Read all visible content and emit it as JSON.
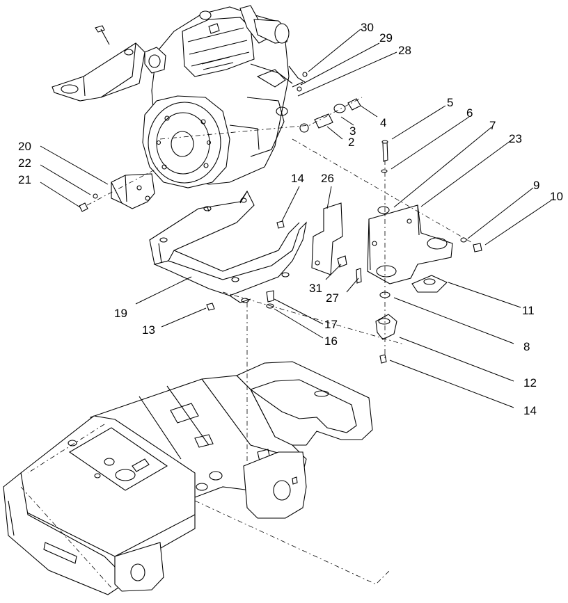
{
  "callouts": [
    {
      "id": "c30",
      "text": "30"
    },
    {
      "id": "c29",
      "text": "29"
    },
    {
      "id": "c28",
      "text": "28"
    },
    {
      "id": "c5",
      "text": "5"
    },
    {
      "id": "c6",
      "text": "6"
    },
    {
      "id": "c7",
      "text": "7"
    },
    {
      "id": "c23",
      "text": "23"
    },
    {
      "id": "c4",
      "text": "4"
    },
    {
      "id": "c3",
      "text": "3"
    },
    {
      "id": "c2",
      "text": "2"
    },
    {
      "id": "c20",
      "text": "20"
    },
    {
      "id": "c22",
      "text": "22"
    },
    {
      "id": "c21",
      "text": "21"
    },
    {
      "id": "c14a",
      "text": "14"
    },
    {
      "id": "c26",
      "text": "26"
    },
    {
      "id": "c9",
      "text": "9"
    },
    {
      "id": "c10",
      "text": "10"
    },
    {
      "id": "c31",
      "text": "31"
    },
    {
      "id": "c27",
      "text": "27"
    },
    {
      "id": "c11",
      "text": "11"
    },
    {
      "id": "c19",
      "text": "19"
    },
    {
      "id": "c13",
      "text": "13"
    },
    {
      "id": "c17",
      "text": "17"
    },
    {
      "id": "c16",
      "text": "16"
    },
    {
      "id": "c8",
      "text": "8"
    },
    {
      "id": "c12",
      "text": "12"
    },
    {
      "id": "c14b",
      "text": "14"
    }
  ]
}
